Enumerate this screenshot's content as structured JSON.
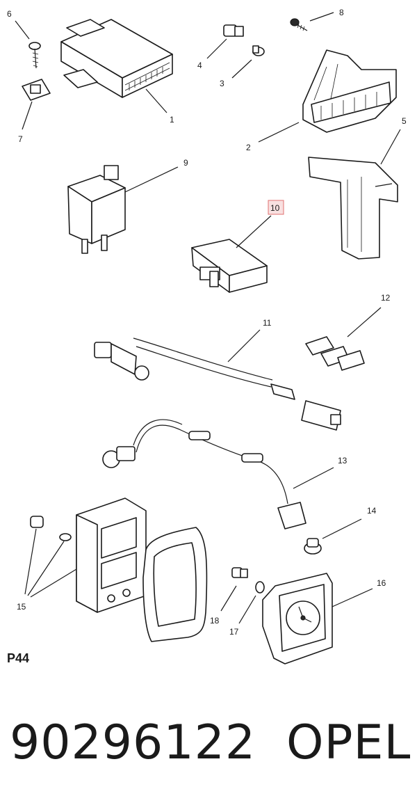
{
  "page_code": "P44",
  "part_number": "90296122",
  "brand": "OPEL",
  "highlighted_callout": "10",
  "highlight_color": "#e07070",
  "callouts": {
    "c1": "1",
    "c2": "2",
    "c3": "3",
    "c4": "4",
    "c5": "5",
    "c6": "6",
    "c7": "7",
    "c8": "8",
    "c9": "9",
    "c10": "10",
    "c11": "11",
    "c12": "12",
    "c13": "13",
    "c14": "14",
    "c15": "15",
    "c16": "16",
    "c17": "17",
    "c18": "18"
  }
}
